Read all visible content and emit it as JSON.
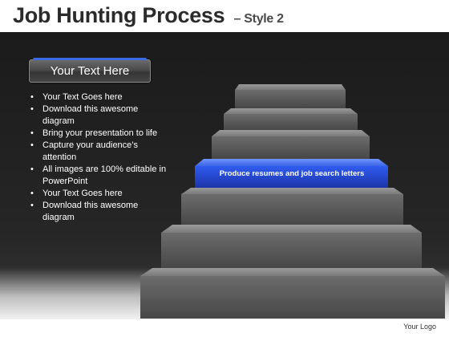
{
  "slide": {
    "title": "Job Hunting Process",
    "subtitle": "– Style 2",
    "heading_box": "Your Text Here",
    "bullets": [
      "Your Text Goes here",
      "Download this awesome diagram",
      "Bring your presentation to life",
      "Capture your audience’s attention",
      "All images are 100% editable in PowerPoint",
      "Your Text Goes here",
      "Download this awesome diagram"
    ],
    "highlighted_step": "Produce  resumes and job search letters",
    "logo": "Your Logo",
    "colors": {
      "highlight": "#2a4fd6",
      "step_gray": "#5a5a5a",
      "background": "#1e1e1e"
    }
  }
}
